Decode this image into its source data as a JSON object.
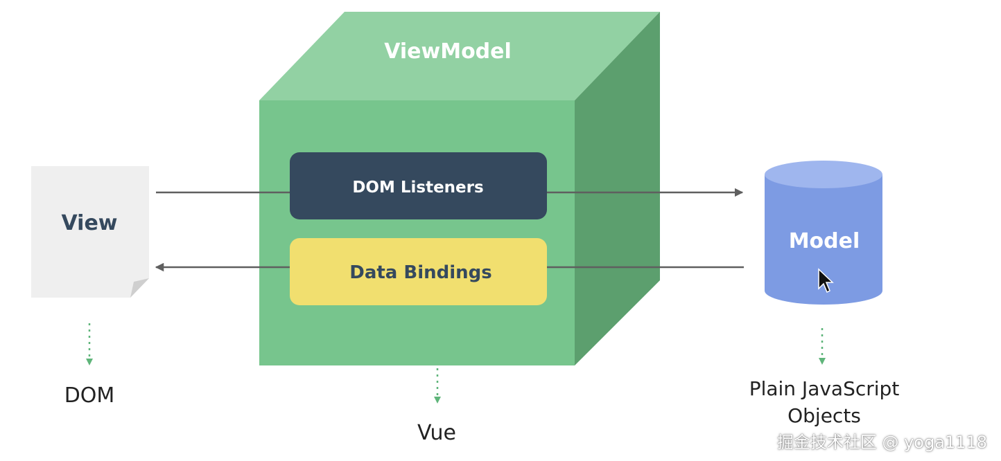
{
  "view": {
    "title": "View",
    "caption": "DOM"
  },
  "viewmodel": {
    "title": "ViewModel",
    "caption": "Vue",
    "dom_listeners": "DOM Listeners",
    "data_bindings": "Data Bindings"
  },
  "model": {
    "title": "Model",
    "caption_line1": "Plain JavaScript",
    "caption_line2": "Objects"
  },
  "watermark": "掘金技术社区 @ yoga1118",
  "colors": {
    "cube_front": "#77c58d",
    "cube_top": "#92d1a3",
    "cube_side": "#5c9f6e",
    "listeners_bg": "#35495e",
    "bindings_bg": "#f1df6f",
    "model_body": "#7d9be3",
    "model_top": "#9fb6ee",
    "view_paper": "#efefef",
    "arrow": "#5f5f5f",
    "dotted": "#5fb57a"
  }
}
